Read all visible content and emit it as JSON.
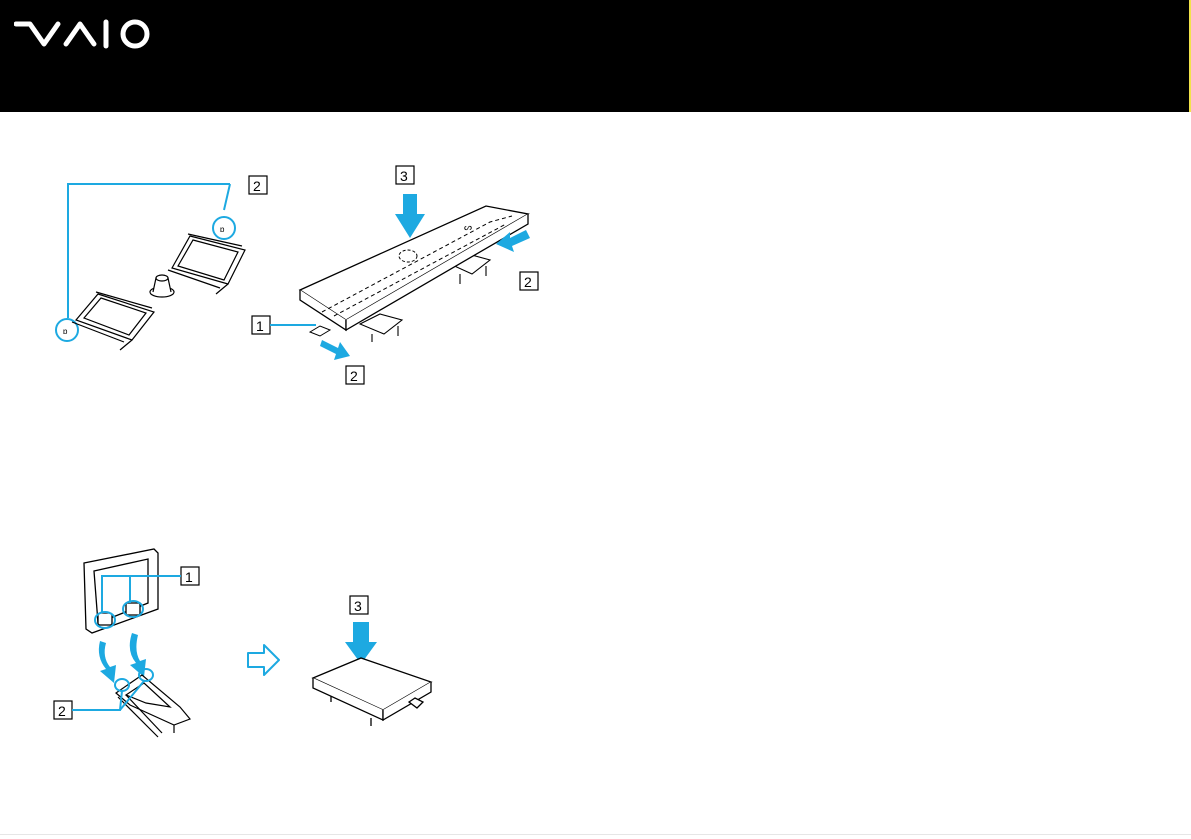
{
  "header": {
    "logo_icon": "vaio-logo-icon",
    "background": "#000000",
    "edge_accent": "#f2e24a"
  },
  "colors": {
    "leader": "#1da9e1",
    "arrow": "#1da9e1",
    "line_art": "#000000"
  },
  "figure_top": {
    "callouts": {
      "left_2": "2",
      "right_3": "3",
      "right_2_top": "2",
      "right_1": "1",
      "right_2_bottom": "2"
    }
  },
  "figure_bottom": {
    "callouts": {
      "left_1": "1",
      "left_2": "2",
      "right_3": "3"
    },
    "transition_icon": "outline-arrow-right-icon"
  }
}
